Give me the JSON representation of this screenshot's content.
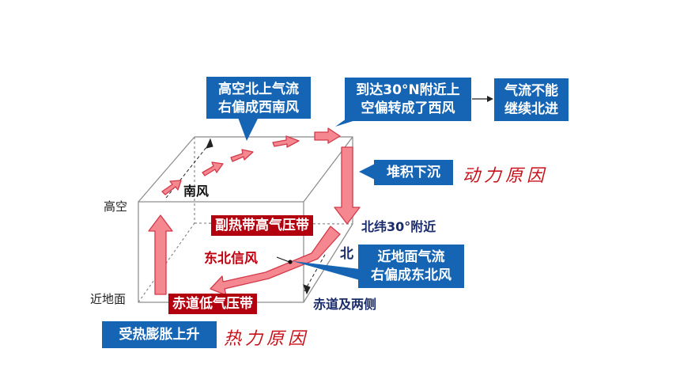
{
  "callouts": {
    "upper_south_wind": "高空北上气流\n右偏成西南风",
    "reach_30n": "到达30°N附近上\n空偏转成了西风",
    "cannot_continue": "气流不能\n继续北进",
    "accumulate_sink": "堆积下沉",
    "surface_northeast": "近地面气流\n右偏成东北风",
    "heat_rise": "受热膨胀上升"
  },
  "pressure_belts": {
    "subtropical_high": "副热带高气压带",
    "equatorial_low": "赤道低气压带"
  },
  "labels": {
    "south_wind": "南风",
    "high_altitude": "高空",
    "near_surface": "近地面",
    "lat_30n": "北纬30°附近",
    "north_partial": "北",
    "equator_sides": "赤道及两侧",
    "ne_trade": "东北信风"
  },
  "handwritten": {
    "dynamic_cause": "动力原因",
    "thermal_cause": "热力原因"
  },
  "colors": {
    "callout_blue": "#1565b4",
    "belt_red": "#b3000f",
    "arrow_fill": "#f4878f",
    "arrow_stroke": "#d23a4a"
  }
}
